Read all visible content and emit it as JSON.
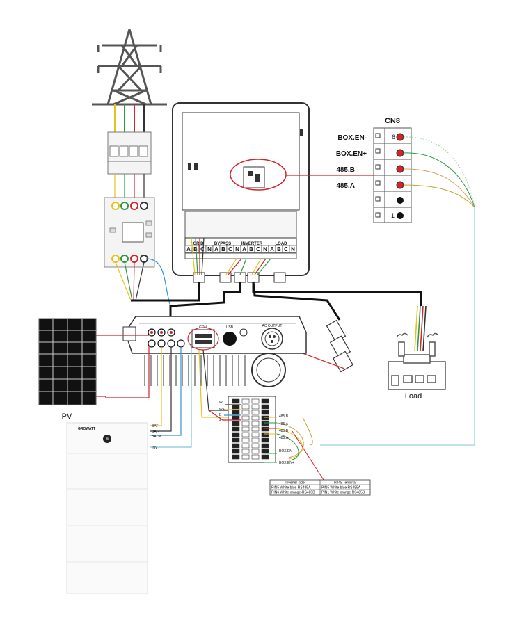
{
  "cn8": {
    "title": "CN8",
    "labels": [
      "BOX.EN-",
      "BOX.EN+",
      "485.B",
      "485.A"
    ],
    "pins": [
      "6",
      "1"
    ]
  },
  "grid_box": {
    "terminal_groups": [
      "GRID",
      "BYPASS",
      "INVERTER",
      "LOAD"
    ],
    "phase_letters": [
      "A",
      "B",
      "C",
      "N",
      "A",
      "B",
      "C",
      "N",
      "A",
      "B",
      "C",
      "N",
      "A",
      "B",
      "C",
      "N"
    ]
  },
  "inverter": {
    "comm_label": "COM",
    "usb_label": "USB",
    "ac_output_label": "AC OUTPUT"
  },
  "connector": {
    "left_labels": [
      "W-",
      "W+",
      "B",
      "A"
    ],
    "right_labels": [
      "485.B",
      "485.A",
      "485.B",
      "485.A",
      "BOX.EN-",
      "BOX.EN+"
    ],
    "bottom_left_labels": [
      "BAT+",
      "BAT-",
      "BATN",
      "INV"
    ]
  },
  "pin_table": {
    "headers": [
      "Inverter side",
      "RJ45 Terminal"
    ],
    "rows": [
      [
        "PIN5  White blue-RS485A",
        "PIN5  White blue RS485A"
      ],
      [
        "PIN6  White orange-RS485B",
        "PIN1  White orange RS485B"
      ]
    ]
  },
  "pv": {
    "label": "PV"
  },
  "load": {
    "label": "Load"
  },
  "battery": {
    "brand": "GROWATT"
  },
  "colors": {
    "red": "#d6232a",
    "green": "#2a9a45",
    "yellow": "#e8c21a",
    "blue": "#3a8fd0",
    "light_blue": "#7fc7d8",
    "tan": "#d4a35a",
    "outline": "#333333"
  }
}
